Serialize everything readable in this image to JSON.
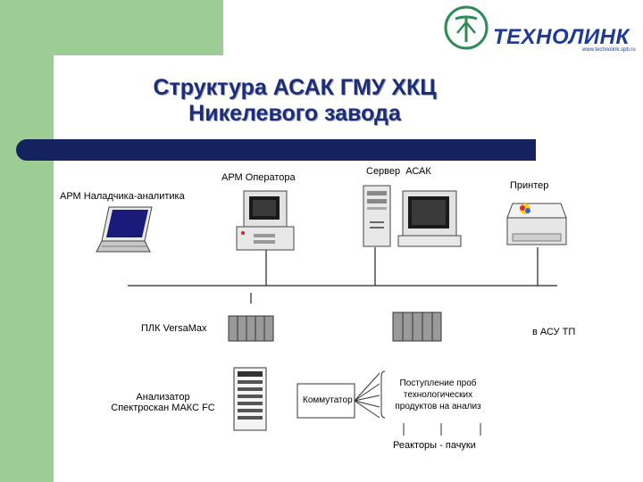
{
  "logo": {
    "name": "ТЕХНОЛИНК",
    "url": "www.technolink.spb.ru"
  },
  "title": {
    "line1": "Структура АСАК ГМУ ХКЦ",
    "line2": "Никелевого завода"
  },
  "labels": {
    "arm_adjuster": "АРМ Наладчика-аналитика",
    "arm_operator": "АРМ Оператора",
    "server": "Сервер  АСАК",
    "printer": "Принтер",
    "plc": "ПЛК VersaMax",
    "asu_tp": "в АСУ ТП",
    "analyzer_line1": "Анализатор",
    "analyzer_line2": "Спектроскан МАКС FC",
    "switch": "Коммутатор",
    "samples_line1": "Поступление проб",
    "samples_line2": "технологических",
    "samples_line3": "продуктов на анализ",
    "reactors": "Реакторы - пачуки"
  },
  "colors": {
    "green_accent": "#9bcd95",
    "navy": "#14225e",
    "title_blue": "#1c2e7a",
    "logo_blue": "#1e3a94",
    "logo_green": "#2e8b57"
  }
}
